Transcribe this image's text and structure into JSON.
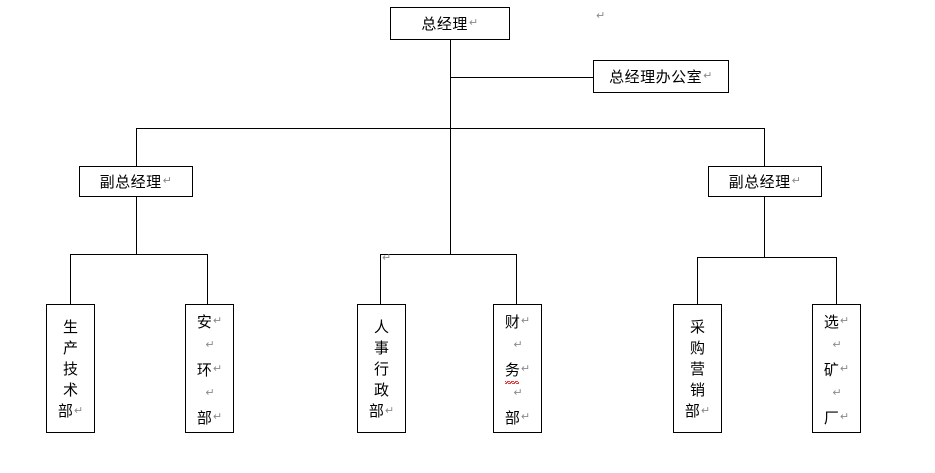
{
  "document": {
    "title": "组织机构图",
    "pilcrow_glyph": "↵",
    "line_color": "#000000",
    "box_border_color": "#000000",
    "background_color": "#ffffff",
    "pilcrow_color": "#8a8a8a",
    "spellcheck_color": "#e00000"
  },
  "nodes": {
    "general_manager": {
      "label": "总经理",
      "pilcrow": "↵"
    },
    "gm_office": {
      "label": "总经理办公室",
      "pilcrow": "↵"
    },
    "deputy_gm_left": {
      "label": "副总经理",
      "pilcrow": "↵"
    },
    "deputy_gm_right": {
      "label": "副总经理",
      "pilcrow": "↵"
    },
    "production_tech": {
      "label": "生产技术部",
      "lines": [
        "生",
        "产",
        "技",
        "术",
        "部"
      ],
      "trailing_pilcrow": "↵"
    },
    "safety_env": {
      "label": "安环部",
      "lines": [
        "安",
        "",
        "环",
        "",
        "部"
      ],
      "line_pilcrows": [
        "↵",
        "↵",
        "↵",
        "↵",
        "↵"
      ]
    },
    "hr_admin": {
      "label": "人事行政部",
      "lines": [
        "人",
        "事",
        "行",
        "政",
        "部"
      ],
      "trailing_pilcrow": "↵"
    },
    "finance": {
      "label": "财务部",
      "lines": [
        "财",
        "",
        "务",
        "",
        "部"
      ],
      "line_pilcrows": [
        "↵",
        "↵",
        "↵",
        "↵",
        "↵"
      ],
      "misspelled_line_index": 2
    },
    "purchasing_marketing": {
      "label": "采购营销部",
      "lines": [
        "采",
        "购",
        "营",
        "销",
        "部"
      ],
      "trailing_pilcrow": "↵"
    },
    "ore_plant": {
      "label": "选矿厂",
      "lines": [
        "选",
        "",
        "矿",
        "",
        "厂"
      ],
      "line_pilcrows": [
        "↵",
        "↵",
        "↵",
        "↵",
        "↵"
      ]
    }
  },
  "stray_marks": {
    "top_right_pilcrow": "↵",
    "mid_bus_pilcrow": "↵"
  }
}
